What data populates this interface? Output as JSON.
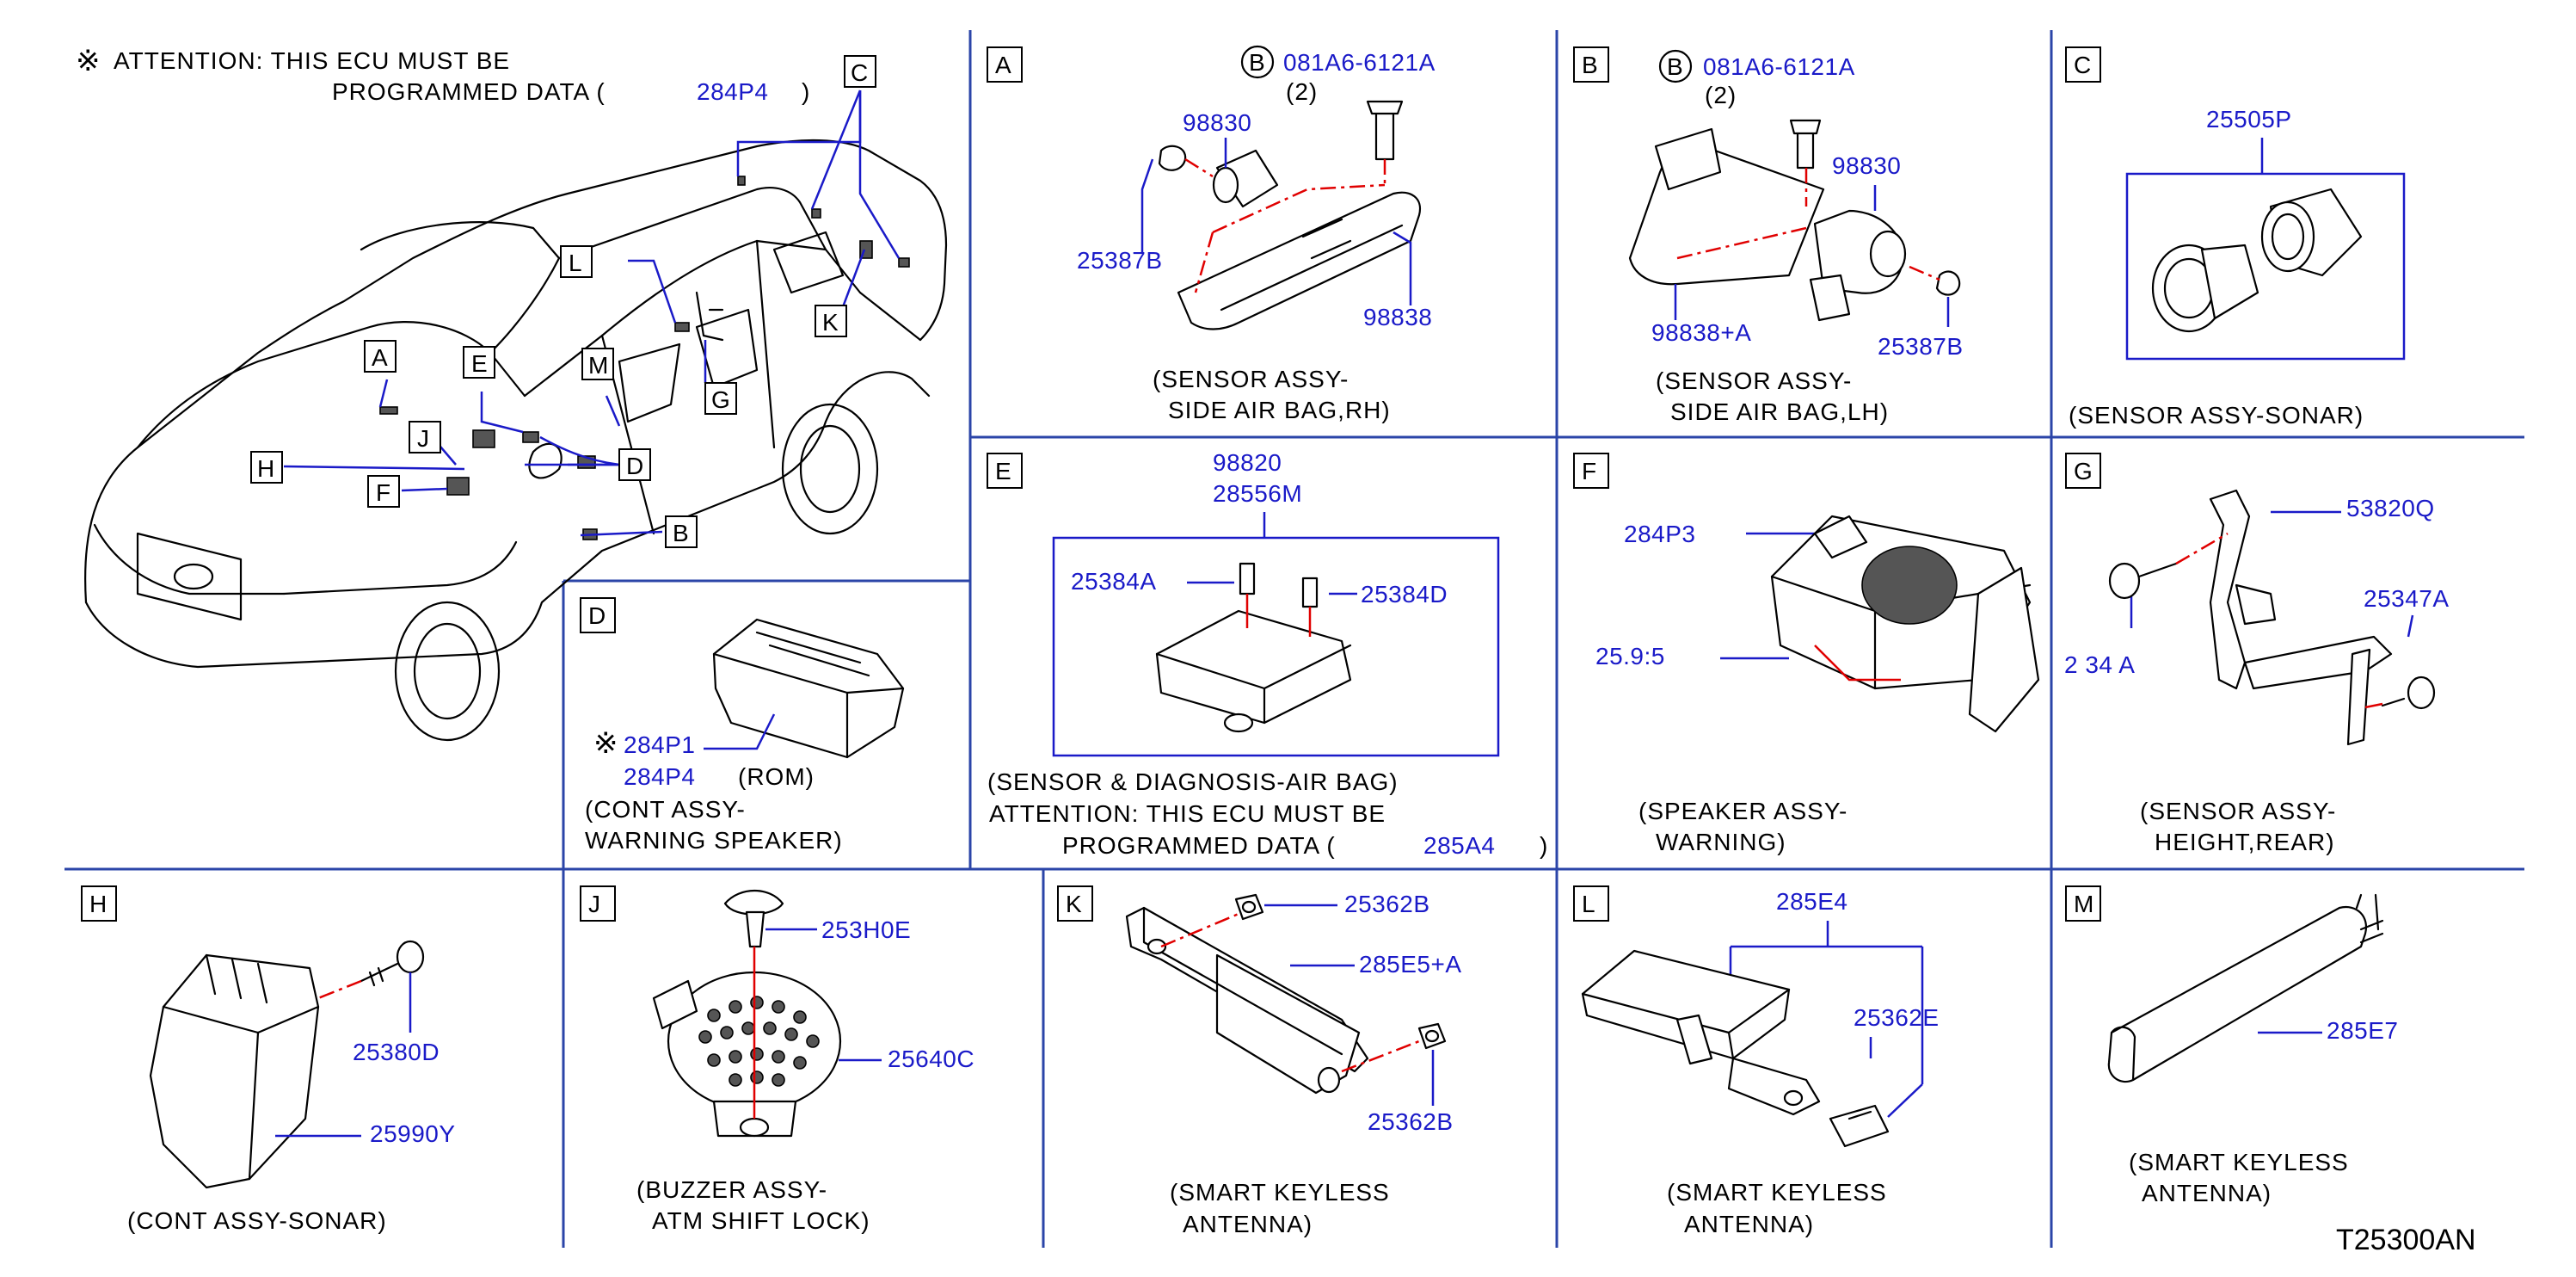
{
  "drawing_code": "T25300AN",
  "attention_top": {
    "line1": "ATTENTION:  THIS  ECU  MUST  BE",
    "line2": "PROGRAMMED  DATA  (",
    "part": "284P4",
    "close": ")"
  },
  "symbols": {
    "note": "※",
    "circle_b": "B"
  },
  "vehicle_labels": [
    "A",
    "B",
    "C",
    "D",
    "E",
    "F",
    "G",
    "H",
    "J",
    "K",
    "L",
    "M"
  ],
  "panels": {
    "A": {
      "letter": "A",
      "bolt_circle": "B",
      "bolt": "081A6-6121A",
      "qty": "(2)",
      "p1": "98830",
      "p2": "25387B",
      "p3": "98838",
      "cap1": "(SENSOR  ASSY-",
      "cap2": "SIDE  AIR  BAG,RH)"
    },
    "B": {
      "letter": "B",
      "bolt_circle": "B",
      "bolt": "081A6-6121A",
      "qty": "(2)",
      "p1": "98830",
      "p2": "98838+A",
      "p3": "25387B",
      "cap1": "(SENSOR  ASSY-",
      "cap2": "SIDE  AIR  BAG,LH)"
    },
    "C": {
      "letter": "C",
      "p1": "25505P",
      "cap1": "(SENSOR  ASSY-SONAR)"
    },
    "D": {
      "letter": "D",
      "p1": "284P1",
      "p2": "284P4",
      "rom": "(ROM)",
      "cap1": "(CONT  ASSY-",
      "cap2": "WARNING  SPEAKER)"
    },
    "E": {
      "letter": "E",
      "p1": "98820",
      "p2": "28556M",
      "p3": "25384A",
      "p4": "25384D",
      "cap1": "(SENSOR  &  DIAGNOSIS-AIR  BAG)",
      "cap2": "ATTENTION:  THIS  ECU  MUST  BE",
      "cap3": "PROGRAMMED  DATA  (",
      "cap3part": "285A4",
      "cap3close": ")"
    },
    "F": {
      "letter": "F",
      "p1": "284P3",
      "p2": "25.9:5",
      "cap1": "(SPEAKER  ASSY-",
      "cap2": "WARNING)"
    },
    "G": {
      "letter": "G",
      "p1": "53820Q",
      "p2": "25347A",
      "p3": "2  34  A",
      "cap1": "(SENSOR  ASSY-",
      "cap2": "HEIGHT,REAR)"
    },
    "H": {
      "letter": "H",
      "p1": "25380D",
      "p2": "25990Y",
      "cap1": "(CONT  ASSY-SONAR)"
    },
    "J": {
      "letter": "J",
      "p1": "253H0E",
      "p2": "25640C",
      "cap1": "(BUZZER  ASSY-",
      "cap2": "ATM  SHIFT  LOCK)"
    },
    "K": {
      "letter": "K",
      "p1": "25362B",
      "p2": "285E5+A",
      "p3": "25362B",
      "cap1": "(SMART  KEYLESS",
      "cap2": "ANTENNA)"
    },
    "L": {
      "letter": "L",
      "p1": "285E4",
      "p2": "25362E",
      "cap1": "(SMART  KEYLESS",
      "cap2": "ANTENNA)"
    },
    "M": {
      "letter": "M",
      "p1": "285E7",
      "cap1": "(SMART  KEYLESS",
      "cap2": "ANTENNA)"
    }
  }
}
